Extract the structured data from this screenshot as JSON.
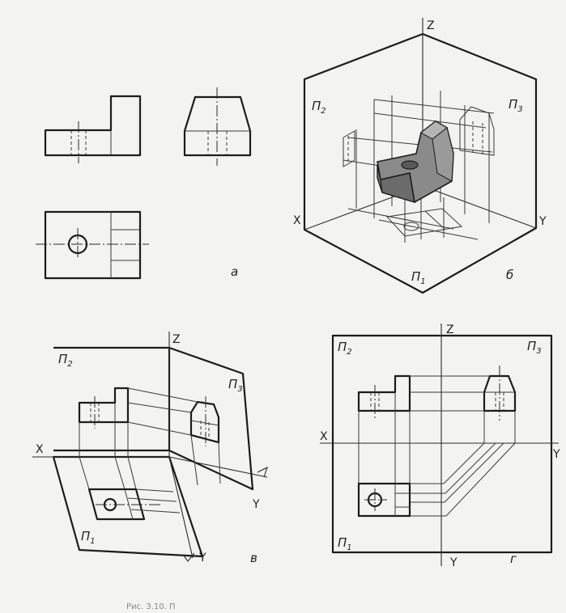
{
  "figure": {
    "panels": {
      "a": "а",
      "b": "б",
      "v": "в",
      "g": "г"
    },
    "axes": {
      "x": "X",
      "y": "Y",
      "z": "Z"
    },
    "planes": {
      "p_letter": "П",
      "frontal_index": "2",
      "profile_index": "3",
      "horizontal_index": "1"
    },
    "caption": "Рис. 3.10. П"
  },
  "colors": {
    "ink": "#1c1c1c",
    "shaded_body": "#777777",
    "shaded_top": "#a9a9a9",
    "paper": "#f3f3f1"
  }
}
